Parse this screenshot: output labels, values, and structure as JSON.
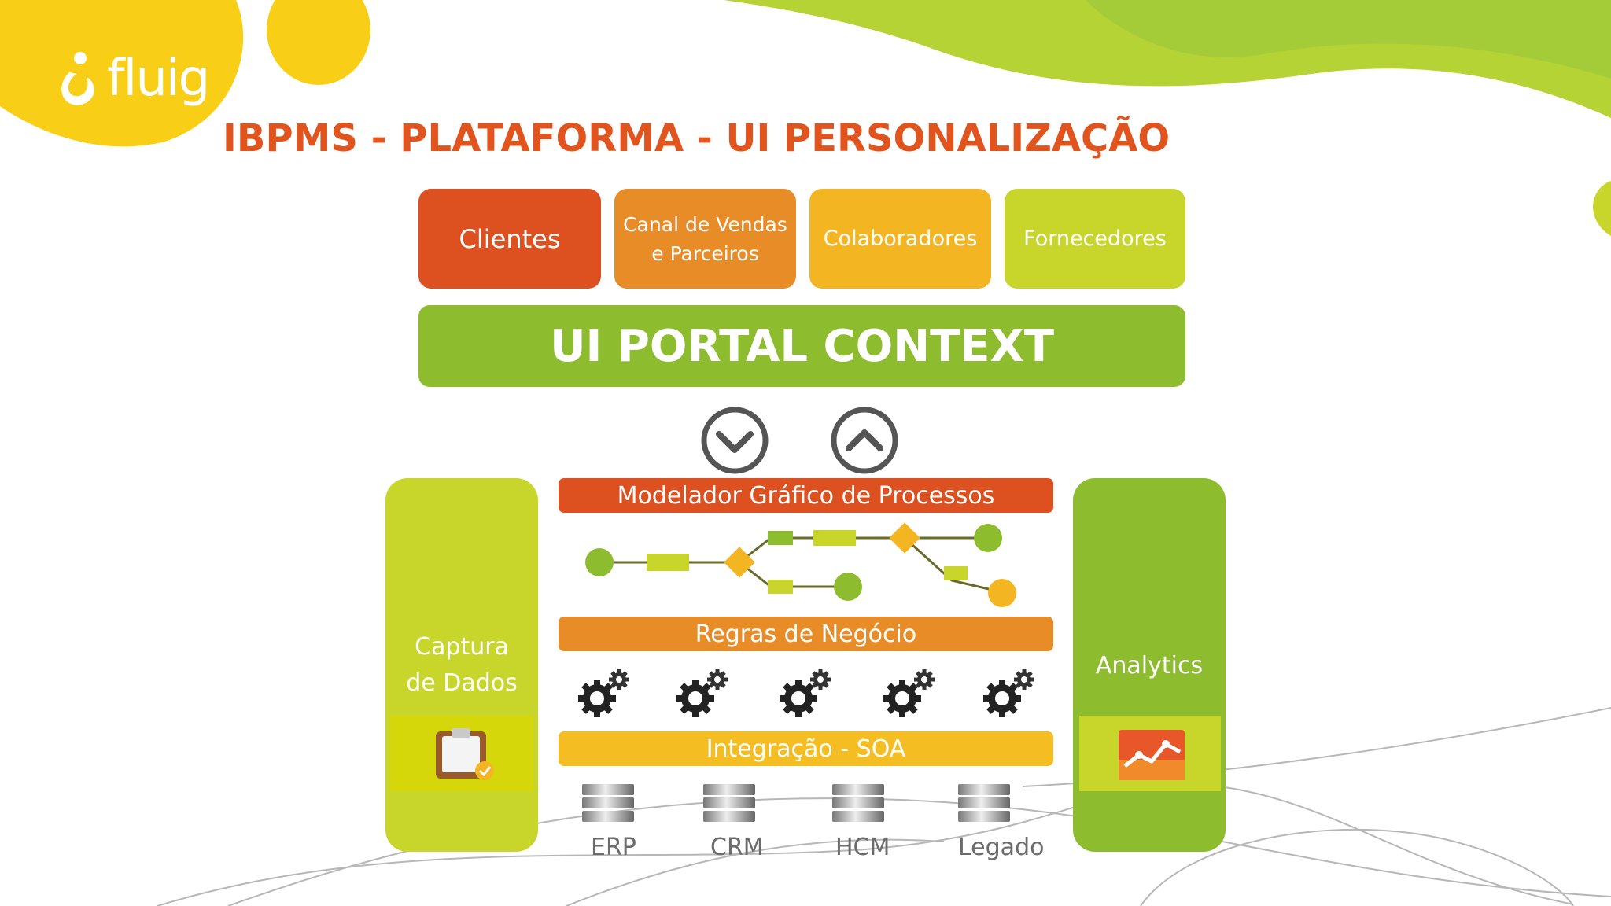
{
  "brand": {
    "logo_text": "fluig"
  },
  "title": "IBPMS - PLATAFORMA - UI PERSONALIZAÇÃO",
  "channels": [
    {
      "lines": [
        "Clientes"
      ],
      "color": "#dd5020"
    },
    {
      "lines": [
        "Canal de Vendas",
        "e Parceiros"
      ],
      "color": "#e88c28"
    },
    {
      "lines": [
        "Colaboradores"
      ],
      "color": "#f4b522"
    },
    {
      "lines": [
        "Fornecedores"
      ],
      "color": "#c8d62c"
    }
  ],
  "portal": "UI PORTAL CONTEXT",
  "side_left": {
    "lines": [
      "Captura",
      "de Dados"
    ],
    "icon": "clipboard-icon"
  },
  "side_right": {
    "lines": [
      "Analytics"
    ],
    "icon": "analytics-chart-icon"
  },
  "layers": {
    "modeler": "Modelador Gráfico de Processos",
    "rules": "Regras de Negócio",
    "integration": "Integração - SOA"
  },
  "systems": [
    "ERP",
    "CRM",
    "HCM",
    "Legado"
  ],
  "colors": {
    "title": "#e2541e",
    "portal": "#8dbd2e",
    "modeler_bar": "#dd5020",
    "rules_bar": "#e88c28",
    "integration_bar": "#f4bd22",
    "side_panel": "#c8d62c",
    "side_panel_right": "#8dbd2e"
  }
}
